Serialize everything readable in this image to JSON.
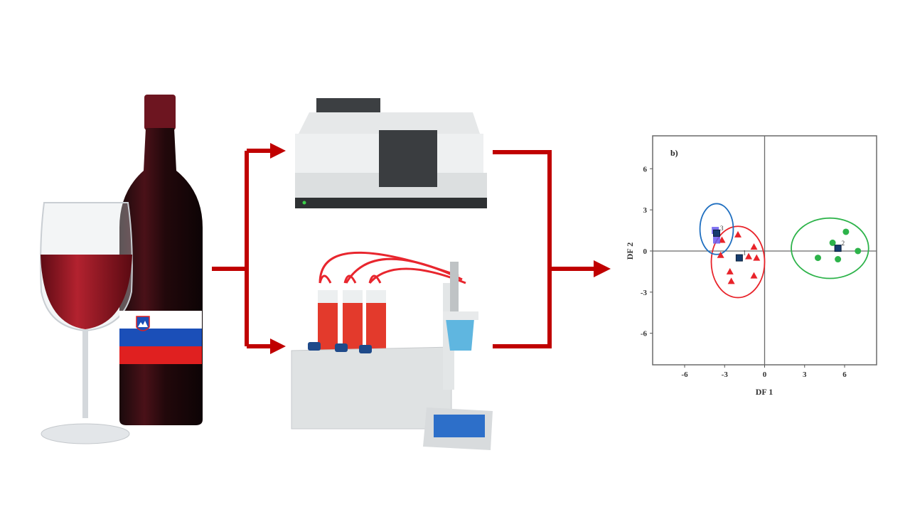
{
  "colors": {
    "arrow": "#c00000",
    "wine": "#8e1420",
    "group1": "#e8232a",
    "group2": "#2db34a",
    "group3": "#6b5cf0",
    "centroid": "#163c6e"
  },
  "illustrations": {
    "wine": "wine-bottle-and-glass-with-slovenian-flag",
    "instrument_top": "uv-vis-spectrophotometer",
    "instrument_bottom": "automatic-titrator"
  },
  "chart_data": {
    "type": "scatter",
    "panel_label": "b)",
    "xlabel": "DF 1",
    "ylabel": "DF 2",
    "xlim": [
      -8.4,
      8.4
    ],
    "ylim": [
      -8.3,
      8.4
    ],
    "xticks": [
      -6,
      -3,
      0,
      3,
      6
    ],
    "yticks": [
      6,
      3,
      0,
      -3,
      -6
    ],
    "series": [
      {
        "name": "1",
        "marker": "triangle",
        "color": "#e8232a",
        "points": [
          [
            -2.0,
            1.2
          ],
          [
            -3.2,
            0.8
          ],
          [
            -3.3,
            -0.3
          ],
          [
            -0.8,
            0.3
          ],
          [
            -1.2,
            -0.4
          ],
          [
            -0.6,
            -0.5
          ],
          [
            -2.6,
            -1.5
          ],
          [
            -2.5,
            -2.2
          ],
          [
            -0.8,
            -1.8
          ]
        ],
        "centroid": [
          -1.9,
          -0.5
        ],
        "ellipse": {
          "center": [
            -2.0,
            -0.8
          ],
          "rx": 2.0,
          "ry": 2.6,
          "color": "#e8232a"
        }
      },
      {
        "name": "2",
        "marker": "circle",
        "color": "#2db34a",
        "points": [
          [
            6.1,
            1.4
          ],
          [
            5.1,
            0.6
          ],
          [
            4.0,
            -0.5
          ],
          [
            5.5,
            -0.6
          ],
          [
            7.0,
            0.0
          ]
        ],
        "centroid": [
          5.5,
          0.2
        ],
        "ellipse": {
          "center": [
            4.9,
            0.2
          ],
          "rx": 2.9,
          "ry": 2.2,
          "color": "#2db34a"
        }
      },
      {
        "name": "3",
        "marker": "square",
        "color": "#6b5cf0",
        "points": [
          [
            -3.7,
            1.5
          ],
          [
            -3.6,
            0.8
          ]
        ],
        "centroid": [
          -3.6,
          1.3
        ],
        "ellipse": {
          "center": [
            -3.6,
            1.6
          ],
          "rx": 1.25,
          "ry": 1.85,
          "color": "#1f6fc0"
        }
      }
    ]
  }
}
